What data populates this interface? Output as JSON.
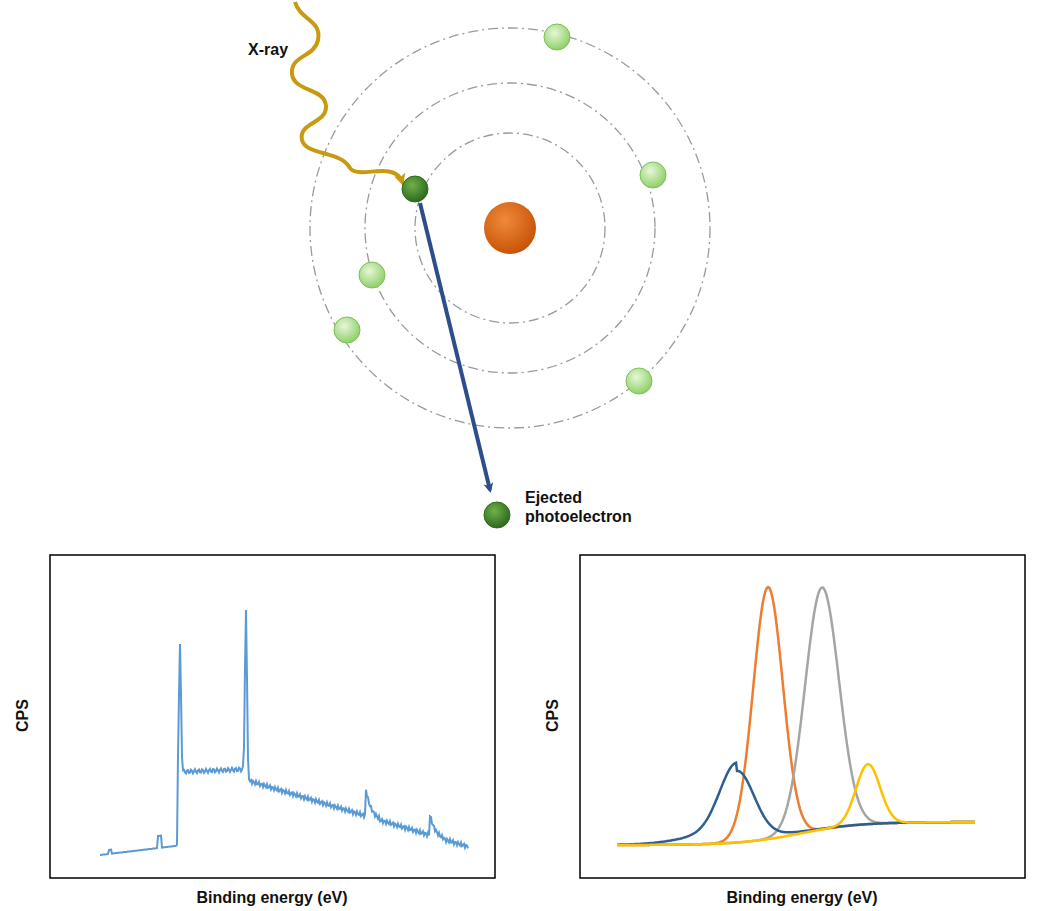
{
  "diagram": {
    "labels": [
      "X-ray",
      "Ejected photoelectron",
      "CPS",
      "Binding energy (eV)",
      "CPS",
      "Binding energy (eV)"
    ]
  }
}
